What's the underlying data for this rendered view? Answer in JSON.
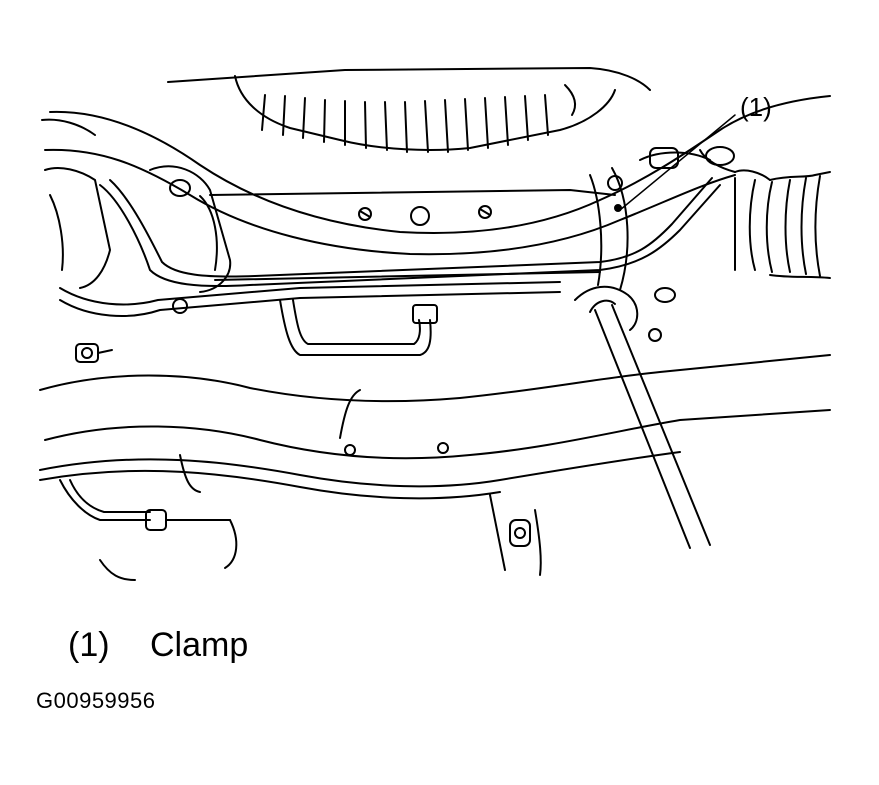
{
  "figure": {
    "callout": "(1)",
    "legend": [
      {
        "number": "(1)",
        "label": "Clamp"
      }
    ],
    "figure_id": "G00959956"
  }
}
